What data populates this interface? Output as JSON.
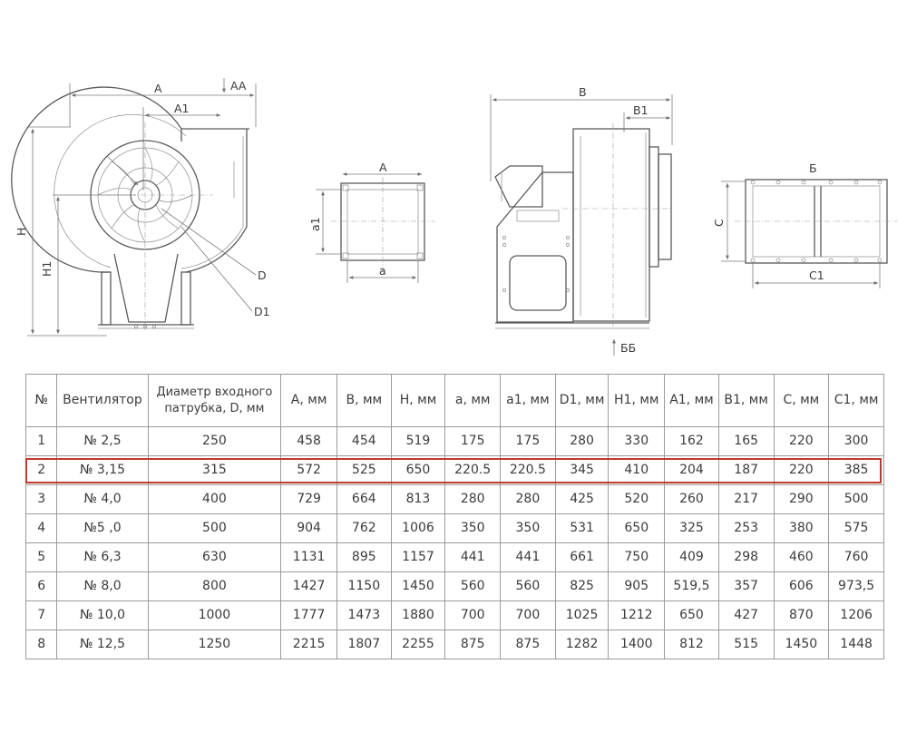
{
  "drawing_labels": {
    "front_width": "A",
    "section_aa": "AA",
    "front_offset": "A1",
    "front_height": "H",
    "front_axis_height": "H1",
    "inlet_diameter": "D",
    "flange_diameter": "D1",
    "outlet_width": "A",
    "outlet_a": "a",
    "outlet_a1": "a1",
    "side_length": "B",
    "side_offset": "B1",
    "section_bb": "ББ",
    "plan_label": "Б",
    "plan_c": "C",
    "plan_c1": "C1"
  },
  "table": {
    "headers": [
      "№",
      "Вентилятор",
      "Диаметр входного патрубка, D, мм",
      "A, мм",
      "B, мм",
      "H, мм",
      "a, мм",
      "a1, мм",
      "D1, мм",
      "H1, мм",
      "A1, мм",
      "B1, мм",
      "C, мм",
      "C1, мм"
    ],
    "highlighted_row": 2,
    "rows": [
      [
        "1",
        "№ 2,5",
        "250",
        "458",
        "454",
        "519",
        "175",
        "175",
        "280",
        "330",
        "162",
        "165",
        "220",
        "300"
      ],
      [
        "2",
        "№ 3,15",
        "315",
        "572",
        "525",
        "650",
        "220.5",
        "220.5",
        "345",
        "410",
        "204",
        "187",
        "220",
        "385"
      ],
      [
        "3",
        "№ 4,0",
        "400",
        "729",
        "664",
        "813",
        "280",
        "280",
        "425",
        "520",
        "260",
        "217",
        "290",
        "500"
      ],
      [
        "4",
        "№5 ,0",
        "500",
        "904",
        "762",
        "1006",
        "350",
        "350",
        "531",
        "650",
        "325",
        "253",
        "380",
        "575"
      ],
      [
        "5",
        "№ 6,3",
        "630",
        "1131",
        "895",
        "1157",
        "441",
        "441",
        "661",
        "750",
        "409",
        "298",
        "460",
        "760"
      ],
      [
        "6",
        "№ 8,0",
        "800",
        "1427",
        "1150",
        "1450",
        "560",
        "560",
        "825",
        "905",
        "519,5",
        "357",
        "606",
        "973,5"
      ],
      [
        "7",
        "№ 10,0",
        "1000",
        "1777",
        "1473",
        "1880",
        "700",
        "700",
        "1025",
        "1212",
        "650",
        "427",
        "870",
        "1206"
      ],
      [
        "8",
        "№ 12,5",
        "1250",
        "2215",
        "1807",
        "2255",
        "875",
        "875",
        "1282",
        "1400",
        "812",
        "515",
        "1450",
        "1448"
      ]
    ]
  },
  "colors": {
    "highlight": "#c0392b",
    "line": "#9a9a9a",
    "text": "#3b3b3b"
  }
}
